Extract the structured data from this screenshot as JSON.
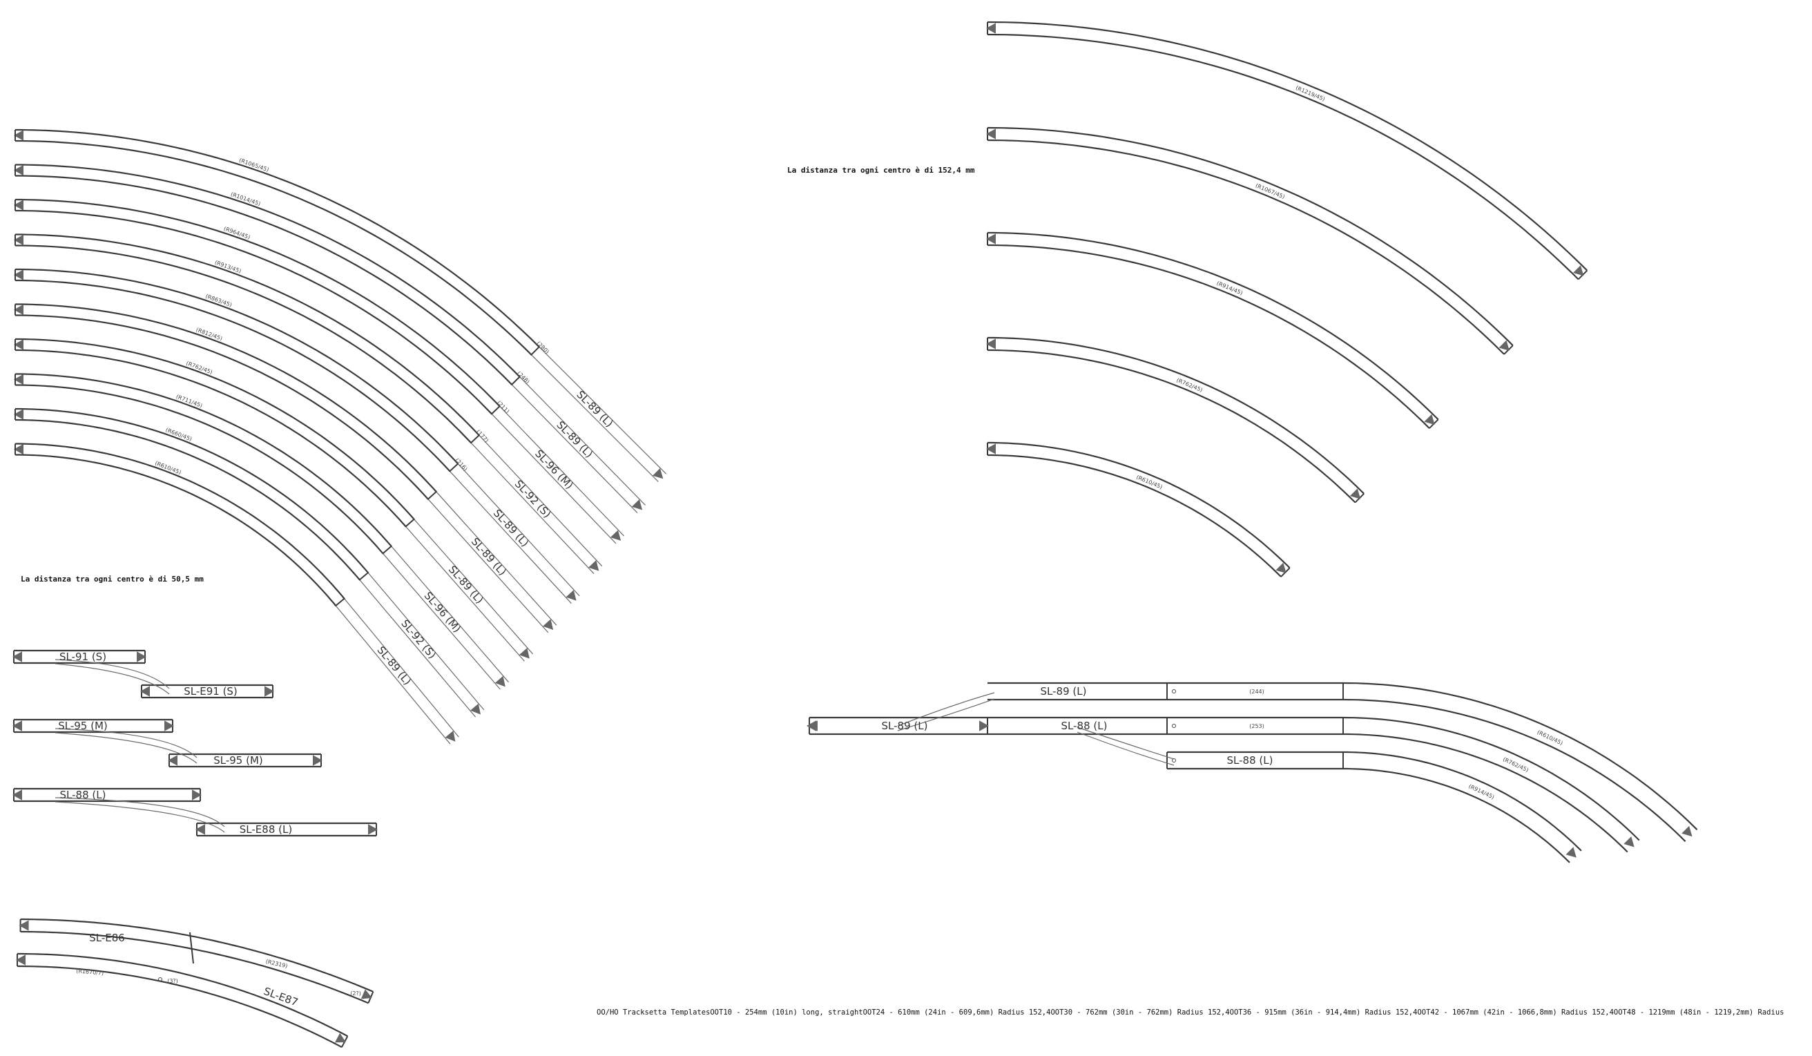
{
  "notes": {
    "spacing_50": "La distanza tra ogni centro è di 50,5 mm",
    "spacing_152": "La distanza tra ogni centro è di 152,4 mm"
  },
  "caption": "OO/HO Tracksetta TemplatesOOT10 - 254mm (10in) long, straightOOT24 - 610mm (24in - 609,6mm) Radius 152,4OOT30 - 762mm (30in - 762mm) Radius 152,4OOT36 - 915mm (36in - 914,4mm) Radius 152,4OOT42 - 1067mm (42in - 1066,8mm) Radius 152,4OOT48 - 1219mm (48in - 1219,2mm) Radius",
  "fan_curve_labels": [
    "(R1065/45)",
    "(R1014/45)",
    "(R964/45)",
    "(R913/45)",
    "(R863/45)",
    "(R812/45)",
    "(R762/45)",
    "(R711/45)",
    "(R660/45)",
    "(R610/45)"
  ],
  "fan_switches": [
    {
      "label": "SL-89 (L)",
      "small": "(280)"
    },
    {
      "label": "SL-89 (L)",
      "small": "(248)"
    },
    {
      "label": "SL-96 (M)",
      "small": "(211)"
    },
    {
      "label": "SL-92 (S)",
      "small": "(177)"
    },
    {
      "label": "SL-89 (L)",
      "small": "(216)"
    },
    {
      "label": "SL-89 (L)",
      "small": ""
    },
    {
      "label": "SL-89 (L)",
      "small": ""
    },
    {
      "label": "SL-96 (M)",
      "small": ""
    },
    {
      "label": "SL-92 (S)",
      "small": ""
    },
    {
      "label": "SL-89 (L)",
      "small": ""
    }
  ],
  "pairs": [
    {
      "a": "SL-91 (S)",
      "b": "SL-E91 (S)"
    },
    {
      "a": "SL-95 (M)",
      "b": "SL-95 (M)"
    },
    {
      "a": "SL-88 (L)",
      "b": "SL-E88 (L)"
    }
  ],
  "curved_switch": {
    "a": "SL-E86",
    "b": "SL-E87",
    "r1": "(R2319)",
    "r2": "(R1670/7)",
    "s1": "(3?)",
    "s2": "(2?)"
  },
  "right_arcs": [
    "(R1219/45)",
    "(R1067/45)",
    "(R914/45)",
    "(R762/45)",
    "(R610/45)"
  ],
  "yard": {
    "sw1": "SL-89 (L)",
    "sw2": "SL-89 (L)",
    "sw3": "SL-88 (L)",
    "sw4": "SL-88 (L)",
    "len1": "(244)",
    "len2": "(253)",
    "arcs": [
      "(R914/45)",
      "(R762/45)",
      "(R610/45)"
    ]
  }
}
